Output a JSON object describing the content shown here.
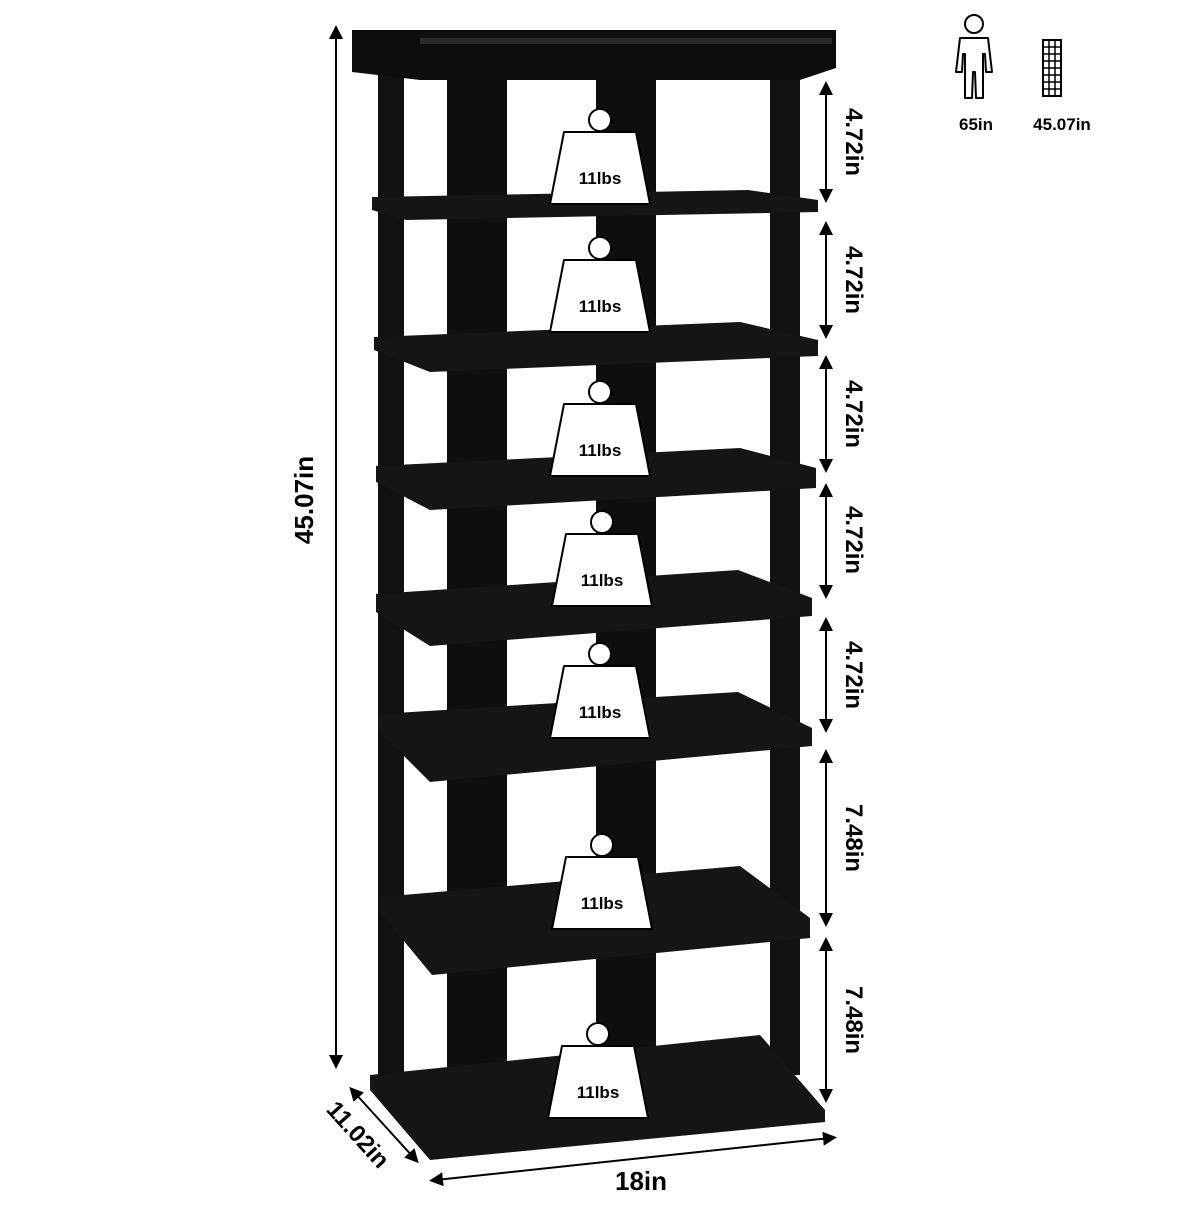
{
  "dimensions": {
    "total_height": "45.07in",
    "depth": "11.02in",
    "width": "18in",
    "shelf_gaps": [
      "4.72in",
      "4.72in",
      "4.72in",
      "4.72in",
      "4.72in",
      "7.48in",
      "7.48in"
    ]
  },
  "weights": [
    "11lbs",
    "11lbs",
    "11lbs",
    "11lbs",
    "11lbs",
    "11lbs",
    "11lbs",
    "11lbs"
  ],
  "comparison": {
    "person_label": "65in",
    "rack_label": "45.07in"
  },
  "colors": {
    "rack": "#0d0d0d",
    "shelf_face": "#151515",
    "weight_fill": "#ffffff",
    "line": "#000000"
  }
}
